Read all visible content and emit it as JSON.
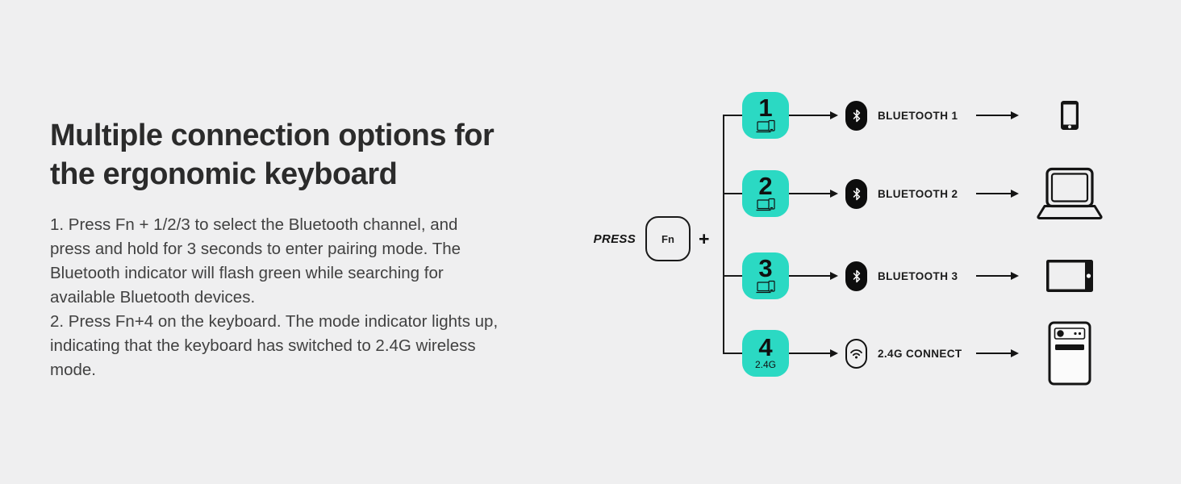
{
  "theme": {
    "background": "#efeff0",
    "accent": "#2bd9c3",
    "ink": "#141414"
  },
  "intro": {
    "heading_lines": [
      "Multiple connection options for",
      "the ergonomic keyboard"
    ],
    "paragraphs": [
      "1. Press Fn + 1/2/3 to select the Bluetooth channel, and press and hold for 3 seconds to enter pairing mode. The Bluetooth indicator will flash green while searching for available Bluetooth devices.",
      "2. Press Fn+4 on the keyboard. The mode indicator lights up, indicating that the keyboard has switched to 2.4G wireless mode."
    ]
  },
  "diagram": {
    "press_label": "PRESS",
    "fn_key_label": "Fn",
    "plus_label": "+",
    "rows": [
      {
        "number": "1",
        "sub": "",
        "badge_icon": "bluetooth-icon",
        "label": "BLUETOOTH 1",
        "device": "smartphone"
      },
      {
        "number": "2",
        "sub": "",
        "badge_icon": "bluetooth-icon",
        "label": "BLUETOOTH 2",
        "device": "laptop"
      },
      {
        "number": "3",
        "sub": "",
        "badge_icon": "bluetooth-icon",
        "label": "BLUETOOTH 3",
        "device": "tablet"
      },
      {
        "number": "4",
        "sub": "2.4G",
        "badge_icon": "wifi-icon",
        "label": "2.4G CONNECT",
        "device": "desktop-tower"
      }
    ]
  }
}
